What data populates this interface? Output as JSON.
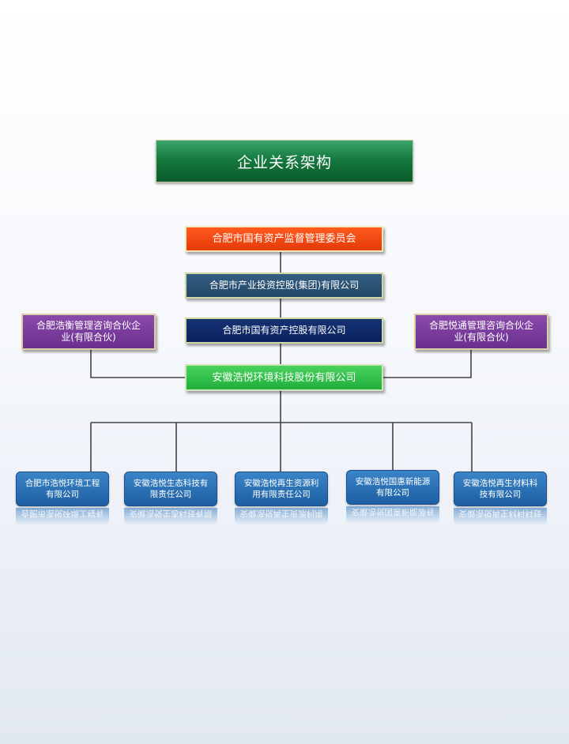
{
  "title": "企业关系架构",
  "nodes": {
    "sasac": "合肥市国有资产监督管理委员会",
    "industry_group": "合肥市产业投资控股(集团)有限公司",
    "state_holding": "合肥市国有资产控股有限公司",
    "main_company": "安徽浩悦环境科技股份有限公司",
    "partner_left": "合肥浩衡管理咨询合伙企业(有限合伙)",
    "partner_right": "合肥悦通管理咨询合伙企业(有限合伙)"
  },
  "subsidiaries": [
    "合肥市浩悦环境工程有限公司",
    "安徽浩悦生态科技有限责任公司",
    "安徽浩悦再生资源利用有限责任公司",
    "安徽浩悦国惠新能源有限公司",
    "安徽浩悦再生材料科技有限公司"
  ],
  "colors": {
    "title_green": "#167a3f",
    "sasac_red": "#f04a12",
    "industry_slate": "#2a5375",
    "state_navy": "#0f2a68",
    "main_green": "#2cbf48",
    "partner_purple": "#7b3d9e",
    "subsidiary_blue": "#2a70b5",
    "connector": "#444444"
  }
}
